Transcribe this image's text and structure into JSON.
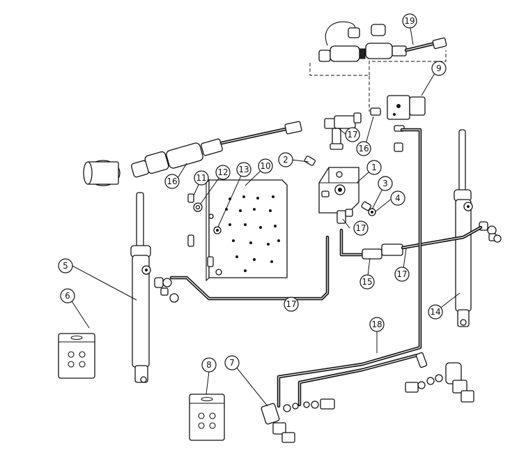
{
  "callouts": {
    "c1": "1",
    "c2": "2",
    "c3": "3",
    "c4": "4",
    "c5": "5",
    "c6": "6",
    "c7": "7",
    "c8": "8",
    "c9": "9",
    "c10": "10",
    "c11": "11",
    "c12": "12",
    "c13": "13",
    "c14": "14",
    "c15": "15",
    "c16a": "16",
    "c16b": "16",
    "c17a": "17",
    "c17b": "17",
    "c17c": "17",
    "c17d": "17",
    "c18": "18",
    "c19": "19"
  }
}
